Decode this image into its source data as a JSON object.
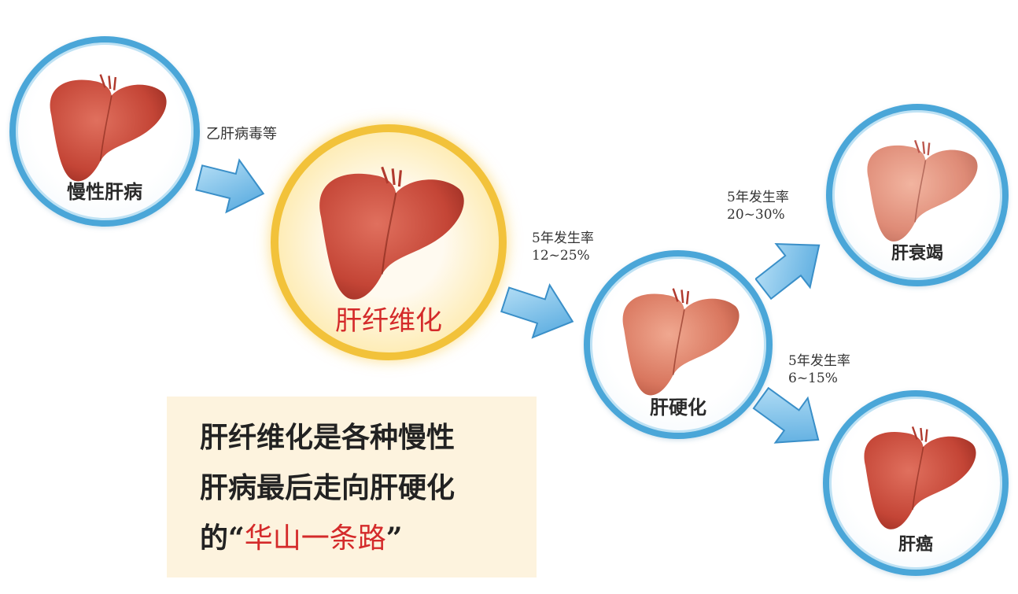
{
  "stages": {
    "chronic": {
      "label": "慢性肝病"
    },
    "fibrosis": {
      "label": "肝纤维化"
    },
    "cirrhosis": {
      "label": "肝硬化"
    },
    "failure": {
      "label": "肝衰竭"
    },
    "cancer": {
      "label": "肝癌"
    }
  },
  "notes": {
    "cause": "乙肝病毒等",
    "to_cirrhosis": {
      "line1": "5年发生率",
      "line2": "12~25%"
    },
    "to_failure": {
      "line1": "5年发生率",
      "line2": "20~30%"
    },
    "to_cancer": {
      "line1": "5年发生率",
      "line2": "6~15%"
    }
  },
  "summary": {
    "line1": "肝纤维化是各种慢性",
    "line2": "肝病最后走向肝硬化",
    "line3_prefix": "的“",
    "line3_highlight": "华山一条路",
    "line3_suffix": "”"
  },
  "colors": {
    "circle_ring": "#4aa6d8",
    "main_ring": "#f2c23a",
    "arrow": "#6bb8e8",
    "liver": "#c9463a",
    "highlight": "#d42a2a",
    "summary_bg": "#fdf3de"
  }
}
